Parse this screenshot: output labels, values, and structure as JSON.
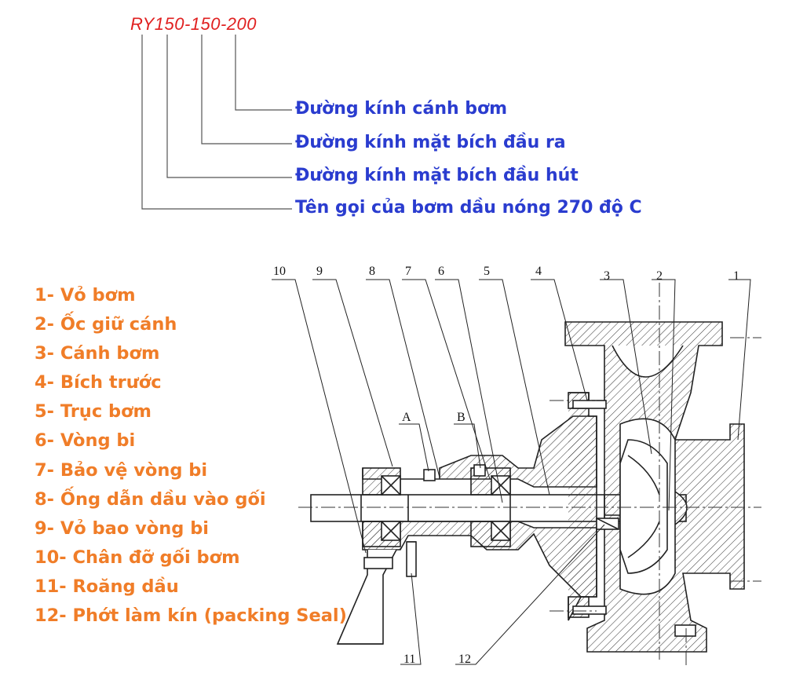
{
  "model_code": "RY150-150-200",
  "naming": {
    "impeller_diameter": "Đường kính cánh bơm",
    "outlet_flange": "Đường kính mặt bích đầu ra",
    "inlet_flange": "Đường kính mặt bích đầu hút",
    "pump_name": "Tên gọi của bơm dầu nóng 270 độ C"
  },
  "parts": [
    "1- Vỏ bơm",
    "2- Ốc giữ cánh",
    "3- Cánh bơm",
    "4- Bích trước",
    "5- Trục bơm",
    "6- Vòng bi",
    "7- Bảo vệ vòng bi",
    "8- Ống dẫn dầu vào gối",
    "9- Vỏ bao vòng bi",
    "10- Chân đỡ gối bơm",
    "11- Roăng dầu",
    "12- Phớt làm kín (packing Seal)"
  ],
  "drawing_labels": {
    "n1": "1",
    "n2": "2",
    "n3": "3",
    "n4": "4",
    "n5": "5",
    "n6": "6",
    "n7": "7",
    "n8": "8",
    "n9": "9",
    "n10": "10",
    "n11": "11",
    "n12": "12",
    "a": "A",
    "b": "B"
  },
  "colors": {
    "model_code": "#e02020",
    "naming_text": "#2a3ccf",
    "legend_text": "#f07d28",
    "line": "#222222"
  }
}
